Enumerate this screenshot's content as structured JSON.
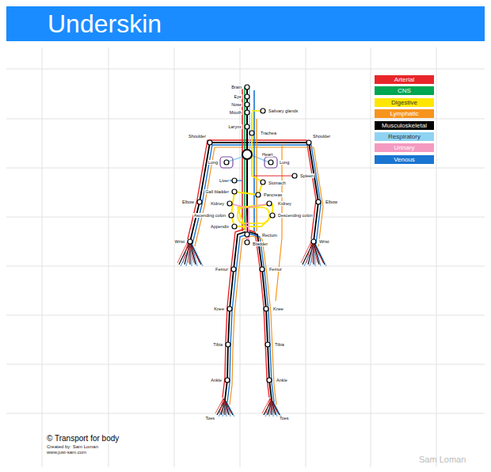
{
  "diagram": {
    "title": "Underskin",
    "labels": [
      "Brain",
      "Eye",
      "Nose",
      "Mouth",
      "Salivary glands",
      "Larynx",
      "Trachea",
      "Shoulder",
      "Shoulder",
      "Heart",
      "Lung",
      "Lung",
      "Liver",
      "Stomach",
      "Spleen",
      "Gall bladder",
      "Pancreas",
      "Kidney",
      "Kidney",
      "Ascending colon",
      "Descending colon",
      "Appendix",
      "Rectum",
      "Bladder",
      "Elbow",
      "Elbow",
      "Wrist",
      "Wrist",
      "Femur",
      "Femur",
      "Knee",
      "Knee",
      "Tibia",
      "Tibia",
      "Ankle",
      "Ankle",
      "Toes",
      "Toes",
      "© Transport for body",
      "Created by: Sam Loman",
      "www.just-sam.com",
      "Sam Loman"
    ],
    "legend": [
      {
        "text": "Arterial",
        "color": "#e8262a"
      },
      {
        "text": "CNS",
        "color": "#00a651"
      },
      {
        "text": "Digestive",
        "color": "#ffe600"
      },
      {
        "text": "Lymphatic",
        "color": "#f7941d"
      },
      {
        "text": "Musculoskeletal",
        "color": "#000000"
      },
      {
        "text": "Respiratory",
        "color": "#8fd3f3"
      },
      {
        "text": "Urinary",
        "color": "#f49ac1"
      },
      {
        "text": "Venous",
        "color": "#1a75d2"
      }
    ]
  }
}
